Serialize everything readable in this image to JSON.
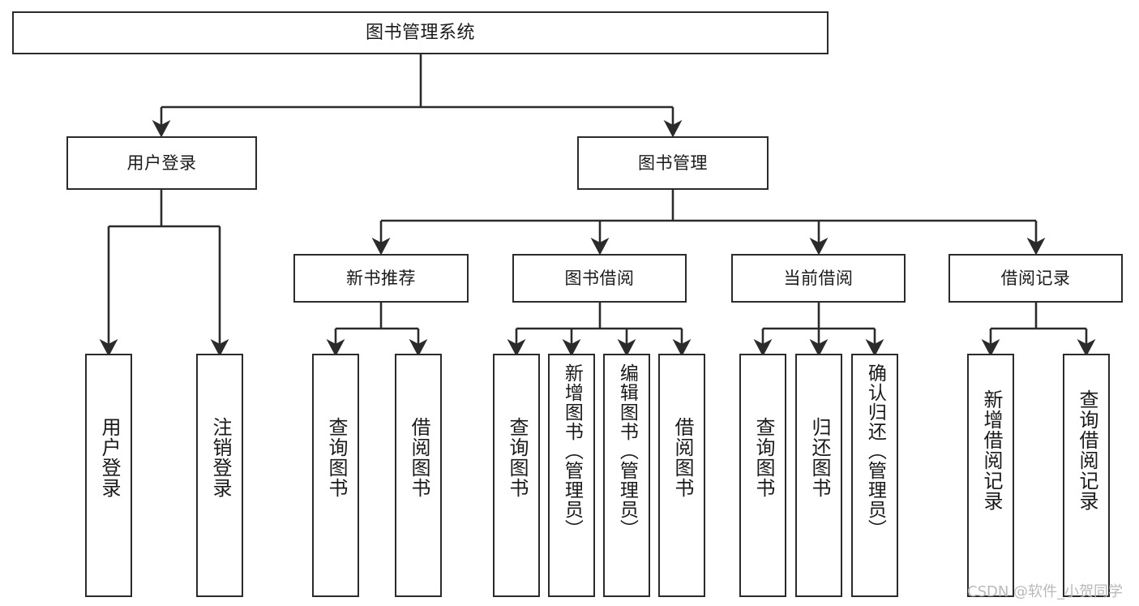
{
  "diagram": {
    "title": "图书管理系统",
    "type": "hierarchy-tree",
    "watermark": "CSDN @软件_小贺同学",
    "colors": {
      "box_border": "#2b2b2b",
      "box_fill": "#ffffff",
      "edge": "#2b2b2b",
      "text": "#1a1a1a",
      "watermark": "#b9b9b9"
    },
    "levels": {
      "root": {
        "label": "图书管理系统"
      },
      "level2": [
        {
          "label": "用户登录"
        },
        {
          "label": "图书管理"
        }
      ],
      "level3": [
        {
          "label": "新书推荐"
        },
        {
          "label": "图书借阅"
        },
        {
          "label": "当前借阅"
        },
        {
          "label": "借阅记录"
        }
      ],
      "leaves": {
        "user_login": [
          {
            "label": "用户登录"
          },
          {
            "label": "注销登录"
          }
        ],
        "new_book_recommend": [
          {
            "label": "查询图书"
          },
          {
            "label": "借阅图书"
          }
        ],
        "book_borrow": [
          {
            "label": "查询图书"
          },
          {
            "label": "新增图书（管理员）"
          },
          {
            "label": "编辑图书（管理员）"
          },
          {
            "label": "借阅图书"
          }
        ],
        "current_borrow": [
          {
            "label": "查询图书"
          },
          {
            "label": "归还图书"
          },
          {
            "label": "确认归还（管理员）"
          }
        ],
        "borrow_record": [
          {
            "label": "新增借阅记录"
          },
          {
            "label": "查询借阅记录"
          }
        ]
      }
    }
  }
}
